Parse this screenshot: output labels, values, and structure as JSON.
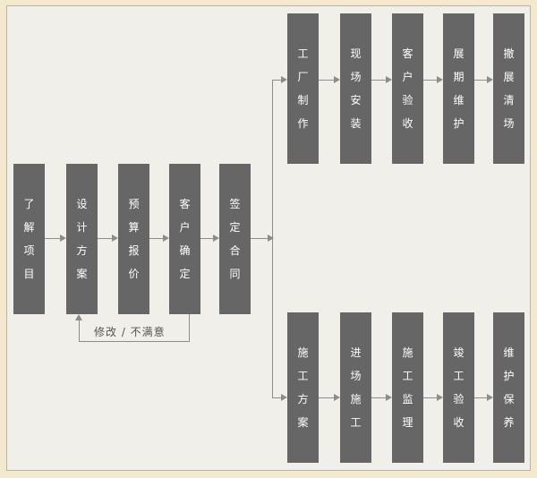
{
  "diagram": {
    "steps": {
      "s1": "了解项目",
      "s2": "设计方案",
      "s3": "预算报价",
      "s4": "客户确定",
      "s5": "签定合同"
    },
    "top_branch": {
      "t1": "工厂制作",
      "t2": "现场安装",
      "t3": "客户验收",
      "t4": "展期维护",
      "t5": "撤展清场"
    },
    "bottom_branch": {
      "b1": "施工方案",
      "b2": "进场施工",
      "b3": "施工监理",
      "b4": "竣工验收",
      "b5": "维护保养"
    },
    "feedback_label": "修改 / 不满意"
  },
  "colors": {
    "box": "#666666",
    "text": "#ffffff",
    "connector": "#8c8c8c",
    "background": "#f0efea",
    "page": "#f2e9cf"
  }
}
